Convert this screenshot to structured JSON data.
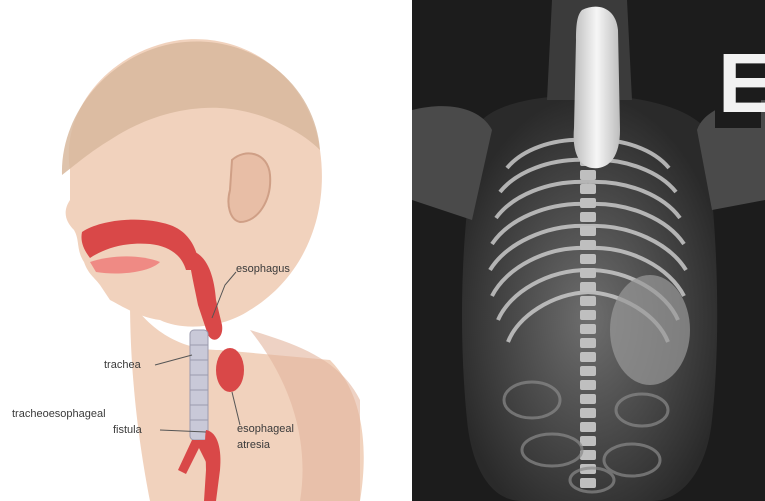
{
  "illustration": {
    "labels": {
      "esophagus": "esophagus",
      "trachea": "trachea",
      "fistula_line1": "tracheoesophageal",
      "fistula_line2": "fistula",
      "atresia_line1": "esophageal",
      "atresia_line2": "atresia"
    },
    "colors": {
      "skin": "#f1d2bd",
      "skin_shadow": "#e2b49c",
      "hair": "#d8b89e",
      "tissue": "#d94848",
      "tissue_light": "#ef8a84",
      "trachea": "#c9c9d8"
    }
  },
  "radiograph": {
    "marker_glyph": "E",
    "colors": {
      "background": "#1c1c1c",
      "bone": "#d8d8d8",
      "contrast": "#f4f4f4"
    }
  }
}
